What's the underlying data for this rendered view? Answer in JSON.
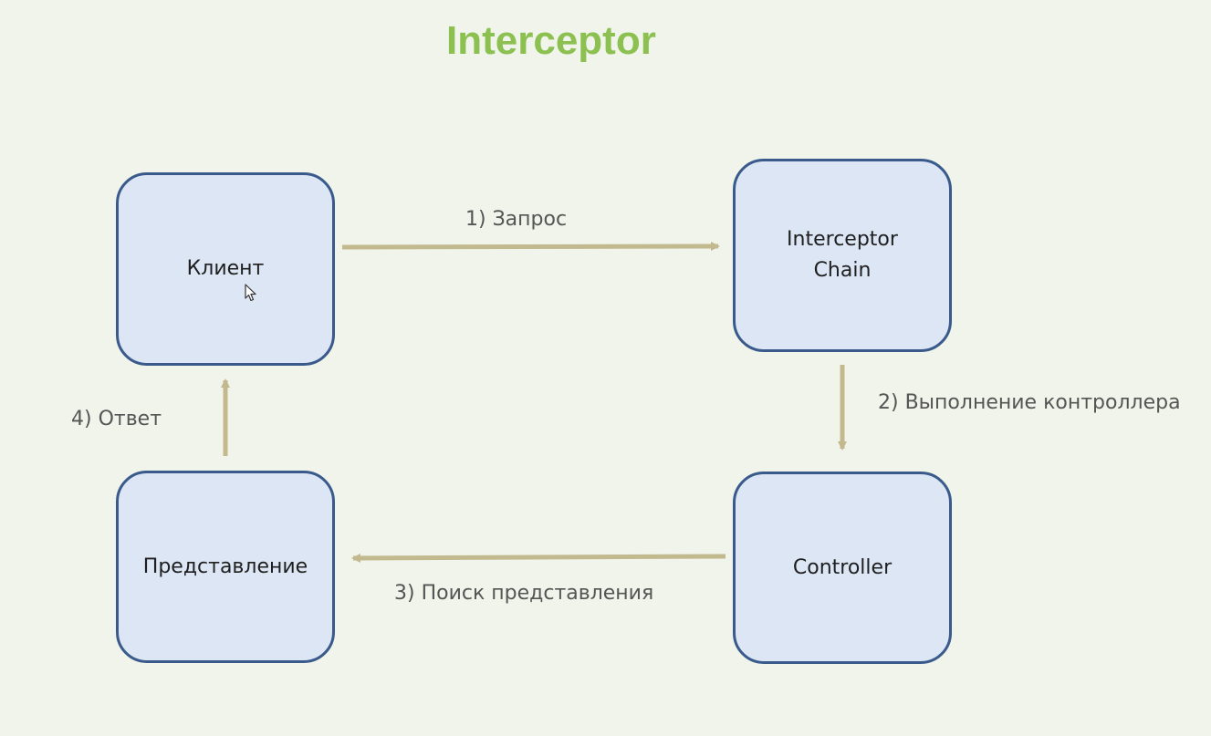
{
  "title": "Interceptor",
  "nodes": {
    "client": "Клиент",
    "interceptor_chain": "Interceptor\nChain",
    "controller": "Controller",
    "view": "Представление"
  },
  "steps": {
    "step1": "1) Запрос",
    "step2": "2) Выполнение контроллера",
    "step3": "3) Поиск представления",
    "step4": "4) Ответ"
  },
  "colors": {
    "title": "#8cc152",
    "box_fill": "#dce6f4",
    "box_border": "#3a5a8c",
    "arrow": "#c2b98f",
    "background": "#f0f4ea"
  },
  "icons": {
    "cursor": "mouse-pointer-icon"
  }
}
